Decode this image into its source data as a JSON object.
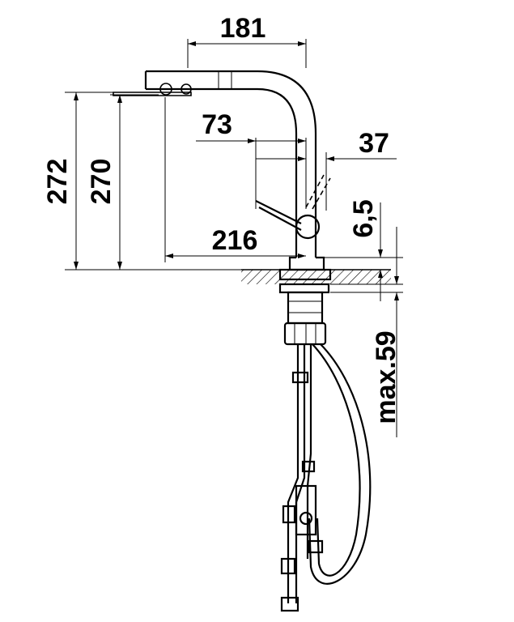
{
  "dimensions": {
    "top_width": "181",
    "spout_reach_offset": "73",
    "spout_width": "37",
    "total_height": "272",
    "outlet_height": "270",
    "outlet_reach": "216",
    "base_height": "6,5",
    "max_deck_thickness": "max.59"
  },
  "colors": {
    "ink": "#000000",
    "background": "#ffffff"
  }
}
